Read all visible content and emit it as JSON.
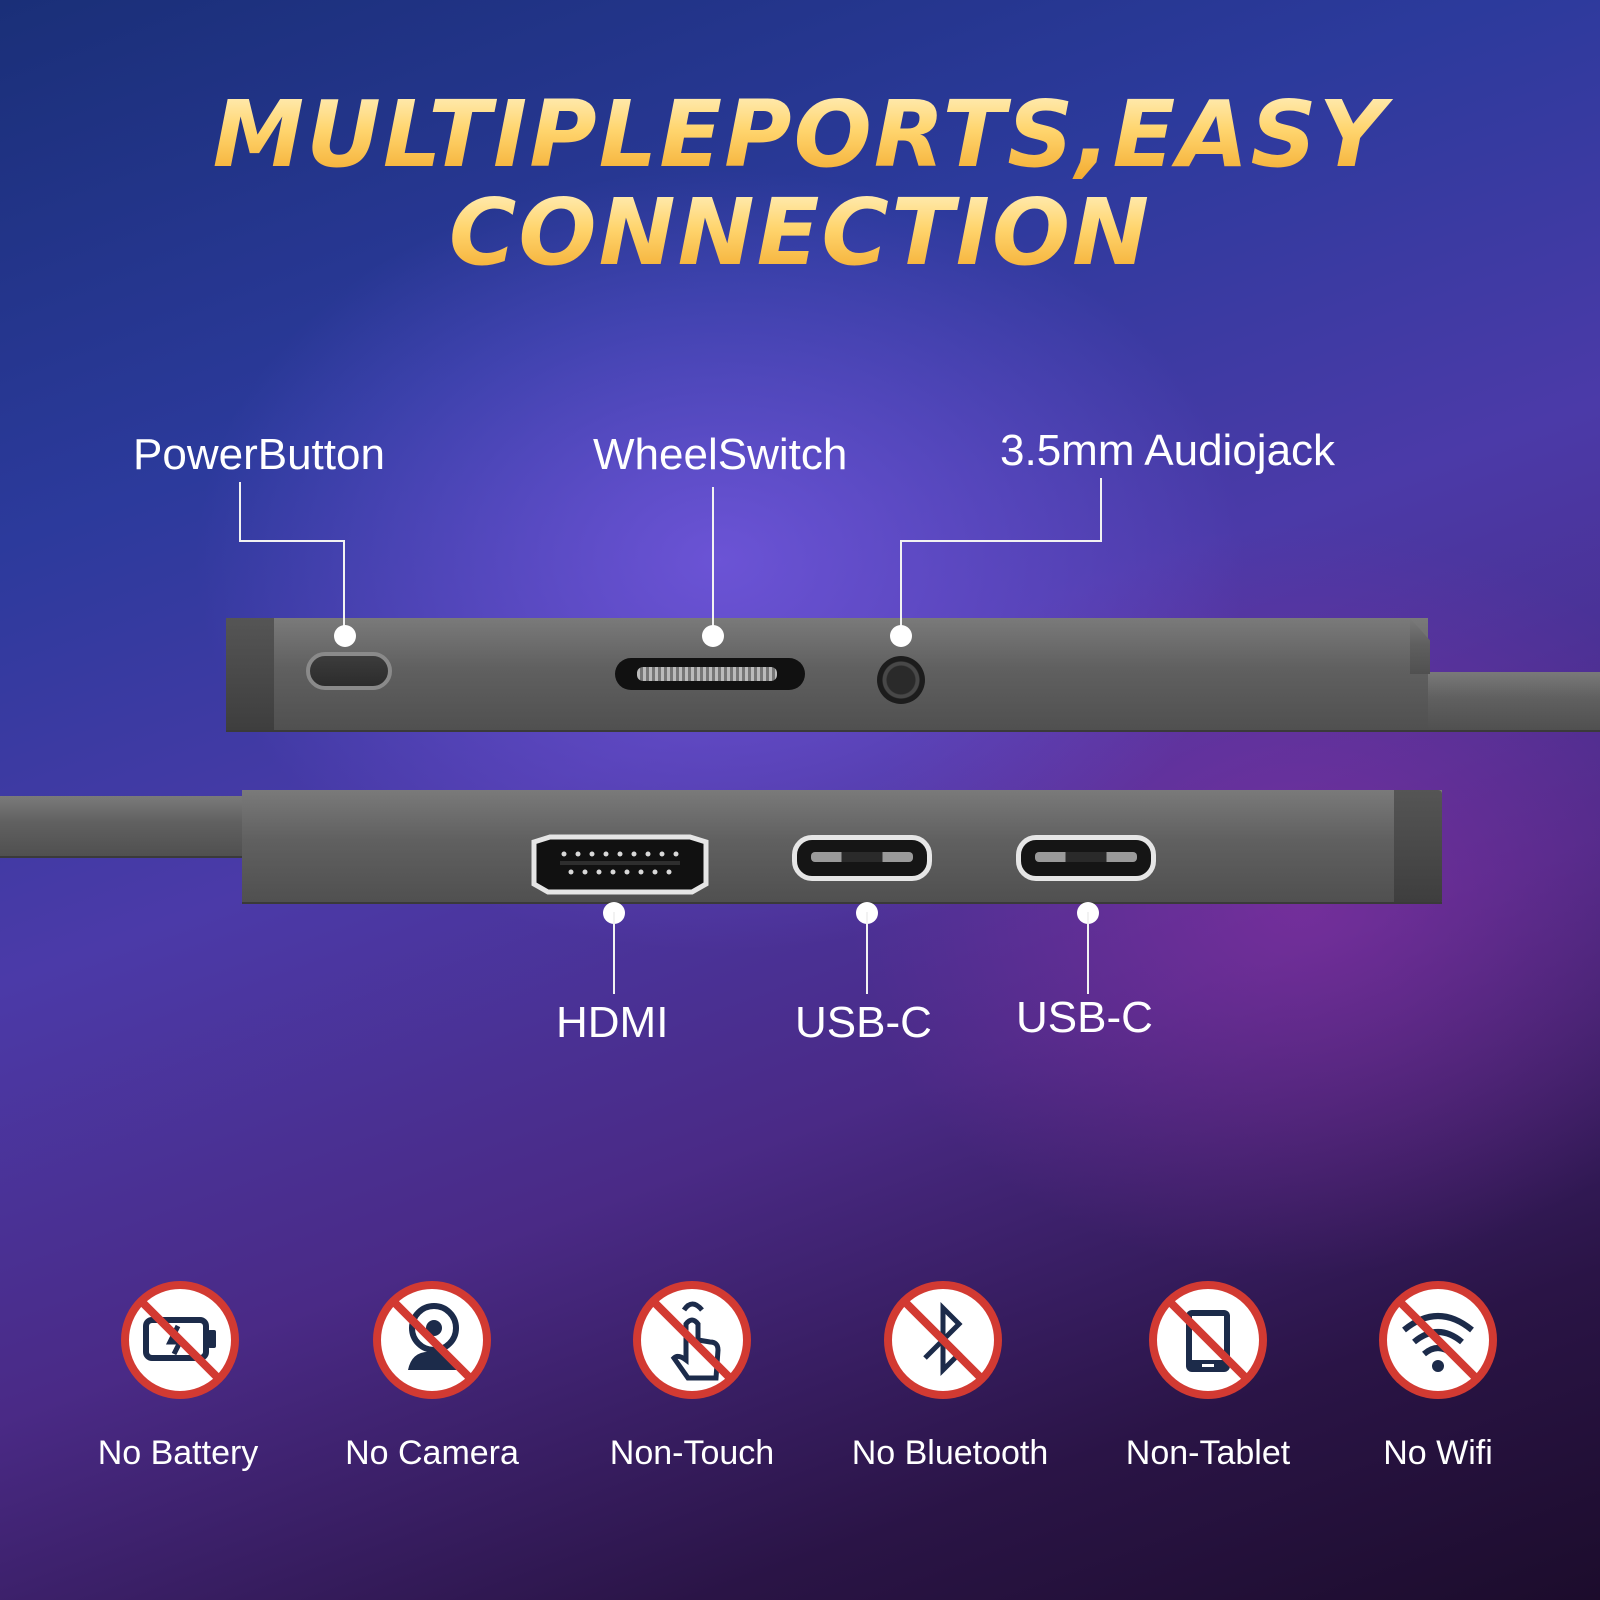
{
  "title": {
    "line1": "MULTIPLEPORTS,EASY",
    "line2": "CONNECTION"
  },
  "top_ports": [
    {
      "label": "PowerButton",
      "icon": "power-button-icon"
    },
    {
      "label": "WheelSwitch",
      "icon": "wheel-switch-icon"
    },
    {
      "label": "3.5mm Audiojack",
      "icon": "audio-jack-icon"
    }
  ],
  "bottom_ports": [
    {
      "label": "HDMI",
      "icon": "hdmi-port-icon"
    },
    {
      "label": "USB-C",
      "icon": "usb-c-port-icon"
    },
    {
      "label": "USB-C",
      "icon": "usb-c-port-icon"
    }
  ],
  "features": [
    {
      "label": "No Battery",
      "icon": "no-battery-icon"
    },
    {
      "label": "No Camera",
      "icon": "no-camera-icon"
    },
    {
      "label": "Non-Touch",
      "icon": "no-touch-icon"
    },
    {
      "label": "No Bluetooth",
      "icon": "no-bluetooth-icon"
    },
    {
      "label": "Non-Tablet",
      "icon": "no-tablet-icon"
    },
    {
      "label": "No Wifi",
      "icon": "no-wifi-icon"
    }
  ],
  "colors": {
    "title_gold": "#ffd56e",
    "prohibit_red": "#d23a32",
    "icon_navy": "#1c2b4a",
    "device_gray": "#606060"
  }
}
